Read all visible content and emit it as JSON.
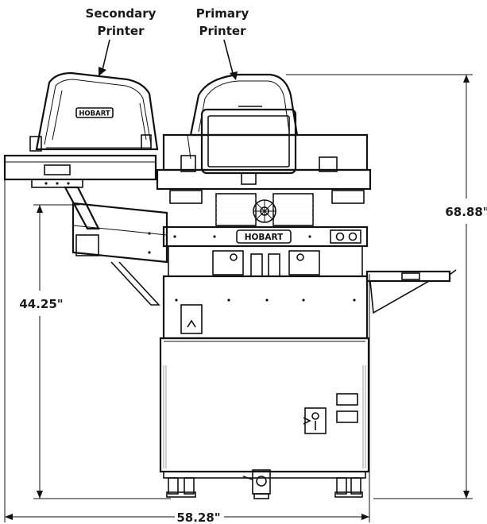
{
  "labels": {
    "secondary_printer": [
      "Secondary",
      "Printer"
    ],
    "primary_printer": [
      "Primary",
      "Printer"
    ],
    "brand_top": "HOBART",
    "brand_front": "HOBART"
  },
  "dimensions": {
    "overall_height": "68.88\"",
    "table_height": "44.25\"",
    "overall_width": "58.28\""
  }
}
